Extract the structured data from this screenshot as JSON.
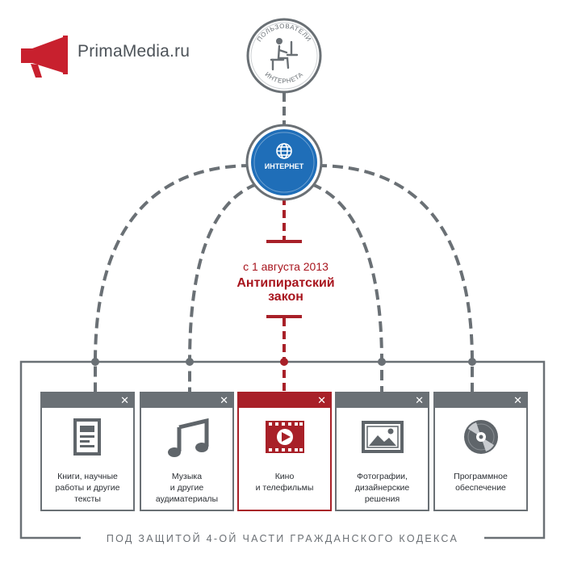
{
  "logo": {
    "text": "PrimaMedia.ru",
    "color": "#c8202e"
  },
  "users_node": {
    "label_top": "ПОЛЬЗОВАТЕЛИ",
    "label_bottom": "ИНТЕРНЕТА",
    "icon": "user-at-computer-icon"
  },
  "internet_node": {
    "label": "ИНТЕРНЕТ",
    "color": "#1f6eb8",
    "icon": "globe-icon"
  },
  "law": {
    "date": "с 1 августа 2013",
    "title_line1": "Антипиратский",
    "title_line2": "закон",
    "color": "#a8151e"
  },
  "frame_caption": "ПОД ЗАЩИТОЙ 4-ОЙ ЧАСТИ ГРАЖДАНСКОГО КОДЕКСА",
  "cards": [
    {
      "lines": [
        "Книги, научные",
        "работы и другие",
        "тексты"
      ],
      "icon": "document-icon",
      "active": false
    },
    {
      "lines": [
        "Музыка",
        "и другие",
        "аудиматериалы"
      ],
      "icon": "music-note-icon",
      "active": false
    },
    {
      "lines": [
        "Кино",
        "и телефильмы"
      ],
      "icon": "film-play-icon",
      "active": true
    },
    {
      "lines": [
        "Фотографии,",
        "дизайнерские",
        "решения"
      ],
      "icon": "picture-icon",
      "active": false
    },
    {
      "lines": [
        "Программное",
        "обеспечение"
      ],
      "icon": "disc-icon",
      "active": false
    }
  ],
  "colors": {
    "gray": "#6a7075",
    "red": "#a82028",
    "blue": "#1f6eb8"
  }
}
